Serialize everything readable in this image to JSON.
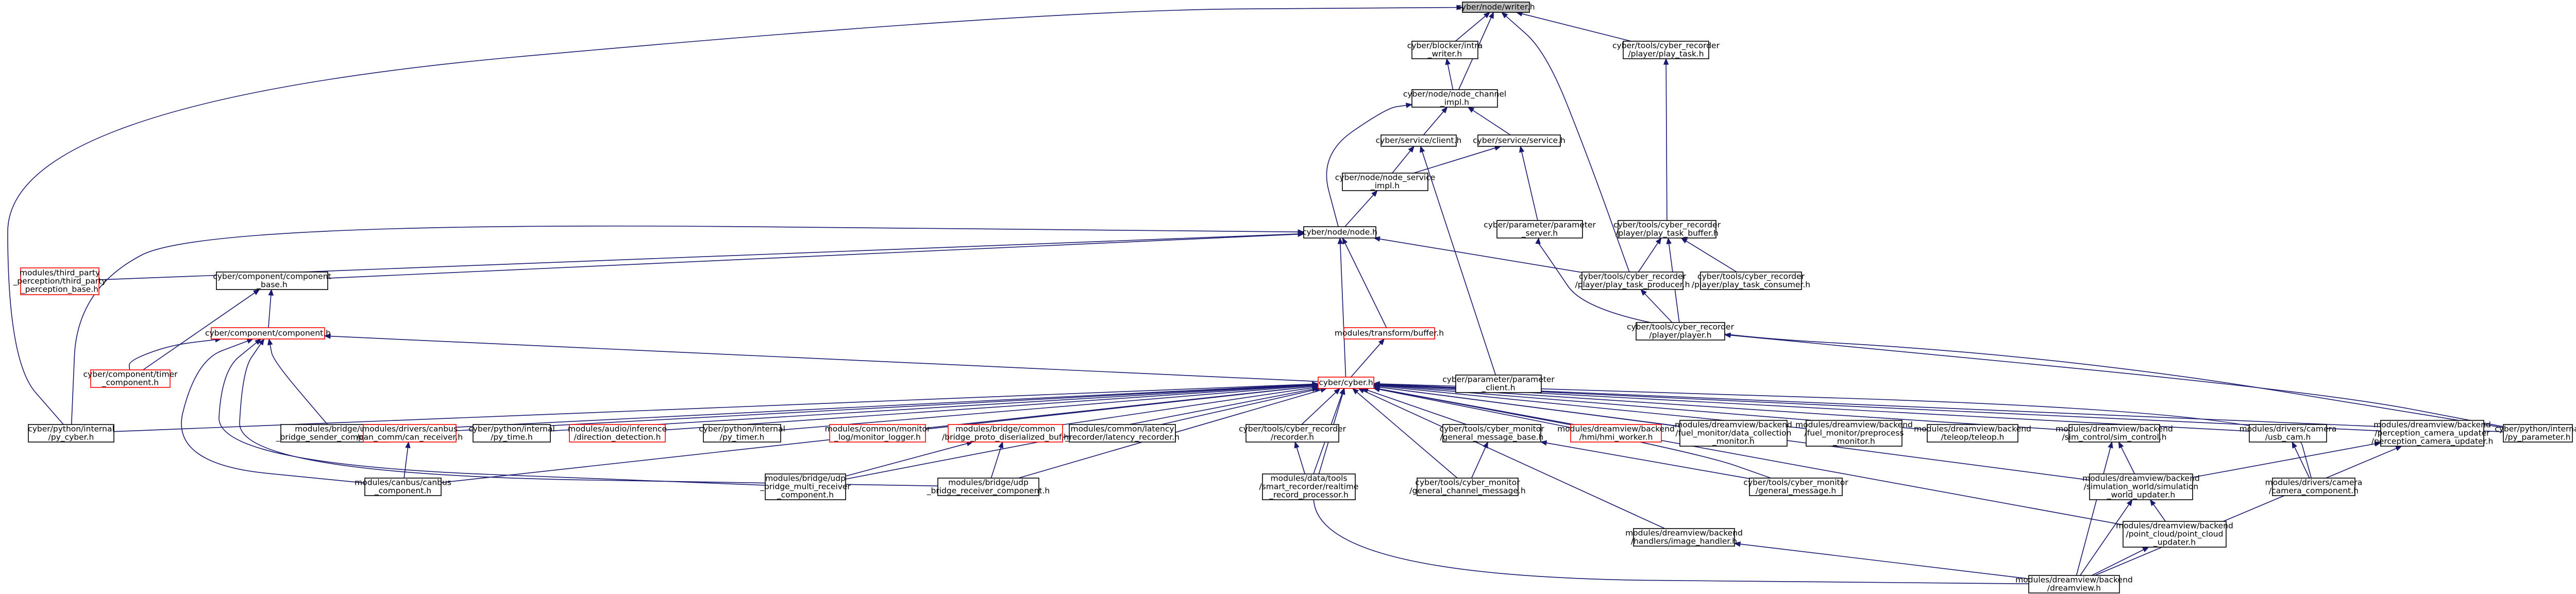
{
  "graph": {
    "type": "include-dependency-graph",
    "root": "cyber/node/writer.h",
    "nodes": [
      {
        "id": "writer",
        "lines": [
          "cyber/node/writer.h"
        ],
        "root": true
      },
      {
        "id": "intra_writer",
        "lines": [
          "cyber/blocker/intra",
          "_writer.h"
        ]
      },
      {
        "id": "play_task",
        "lines": [
          "cyber/tools/cyber_recorder",
          "/player/play_task.h"
        ]
      },
      {
        "id": "node_channel_impl",
        "lines": [
          "cyber/node/node_channel",
          "_impl.h"
        ]
      },
      {
        "id": "client",
        "lines": [
          "cyber/service/client.h"
        ]
      },
      {
        "id": "service",
        "lines": [
          "cyber/service/service.h"
        ]
      },
      {
        "id": "node_service_impl",
        "lines": [
          "cyber/node/node_service",
          "_impl.h"
        ]
      },
      {
        "id": "param_server",
        "lines": [
          "cyber/parameter/parameter",
          "_server.h"
        ]
      },
      {
        "id": "play_task_buffer",
        "lines": [
          "cyber/tools/cyber_recorder",
          "/player/play_task_buffer.h"
        ]
      },
      {
        "id": "node",
        "lines": [
          "cyber/node/node.h"
        ]
      },
      {
        "id": "third_party_perception",
        "lines": [
          "modules/third_party",
          "_perception/third_party",
          "_perception_base.h"
        ],
        "red": true
      },
      {
        "id": "component_base",
        "lines": [
          "cyber/component/component",
          "_base.h"
        ]
      },
      {
        "id": "play_task_producer",
        "lines": [
          "cyber/tools/cyber_recorder",
          "/player/play_task_producer.h"
        ]
      },
      {
        "id": "play_task_consumer",
        "lines": [
          "cyber/tools/cyber_recorder",
          "/player/play_task_consumer.h"
        ]
      },
      {
        "id": "component",
        "lines": [
          "cyber/component/component.h"
        ],
        "red": true
      },
      {
        "id": "buffer",
        "lines": [
          "modules/transform/buffer.h"
        ],
        "red": true
      },
      {
        "id": "player",
        "lines": [
          "cyber/tools/cyber_recorder",
          "/player/player.h"
        ]
      },
      {
        "id": "timer_component",
        "lines": [
          "cyber/component/timer",
          "_component.h"
        ],
        "red": true
      },
      {
        "id": "cyber",
        "lines": [
          "cyber/cyber.h"
        ],
        "red": true
      },
      {
        "id": "param_client",
        "lines": [
          "cyber/parameter/parameter",
          "_client.h"
        ]
      },
      {
        "id": "py_cyber",
        "lines": [
          "cyber/python/internal",
          "/py_cyber.h"
        ]
      },
      {
        "id": "udp_sender",
        "lines": [
          "modules/bridge/udp",
          "_bridge_sender_component.h"
        ]
      },
      {
        "id": "can_receiver",
        "lines": [
          "modules/drivers/canbus",
          "/can_comm/can_receiver.h"
        ],
        "red": true
      },
      {
        "id": "py_time",
        "lines": [
          "cyber/python/internal",
          "/py_time.h"
        ]
      },
      {
        "id": "direction_detection",
        "lines": [
          "modules/audio/inference",
          "/direction_detection.h"
        ],
        "red": true
      },
      {
        "id": "py_timer",
        "lines": [
          "cyber/python/internal",
          "/py_timer.h"
        ]
      },
      {
        "id": "monitor_logger",
        "lines": [
          "modules/common/monitor",
          "_log/monitor_logger.h"
        ],
        "red": true
      },
      {
        "id": "bridge_proto_buf",
        "lines": [
          "modules/bridge/common",
          "/bridge_proto_diserialized_buf.h"
        ],
        "red": true
      },
      {
        "id": "latency_recorder",
        "lines": [
          "modules/common/latency",
          "_recorder/latency_recorder.h"
        ]
      },
      {
        "id": "recorder",
        "lines": [
          "cyber/tools/cyber_recorder",
          "/recorder.h"
        ]
      },
      {
        "id": "general_message_base",
        "lines": [
          "cyber/tools/cyber_monitor",
          "/general_message_base.h"
        ]
      },
      {
        "id": "hmi_worker",
        "lines": [
          "modules/dreamview/backend",
          "/hmi/hmi_worker.h"
        ],
        "red": true
      },
      {
        "id": "data_collection_monitor",
        "lines": [
          "modules/dreamview/backend",
          "/fuel_monitor/data_collection",
          "_monitor.h"
        ]
      },
      {
        "id": "preprocess_monitor",
        "lines": [
          "modules/dreamview/backend",
          "/fuel_monitor/preprocess",
          "_monitor.h"
        ]
      },
      {
        "id": "teleop",
        "lines": [
          "modules/dreamview/backend",
          "/teleop/teleop.h"
        ]
      },
      {
        "id": "sim_control",
        "lines": [
          "modules/dreamview/backend",
          "/sim_control/sim_control.h"
        ]
      },
      {
        "id": "usb_cam",
        "lines": [
          "modules/drivers/camera",
          "/usb_cam.h"
        ]
      },
      {
        "id": "perception_camera_updater",
        "lines": [
          "modules/dreamview/backend",
          "/perception_camera_updater",
          "/perception_camera_updater.h"
        ]
      },
      {
        "id": "py_parameter",
        "lines": [
          "cyber/python/internal",
          "/py_parameter.h"
        ]
      },
      {
        "id": "canbus_component",
        "lines": [
          "modules/canbus/canbus",
          "_component.h"
        ]
      },
      {
        "id": "udp_multi_receiver",
        "lines": [
          "modules/bridge/udp",
          "_bridge_multi_receiver",
          "_component.h"
        ]
      },
      {
        "id": "udp_receiver",
        "lines": [
          "modules/bridge/udp",
          "_bridge_receiver_component.h"
        ]
      },
      {
        "id": "smart_recorder",
        "lines": [
          "modules/data/tools",
          "/smart_recorder/realtime",
          "_record_processor.h"
        ]
      },
      {
        "id": "general_channel_message",
        "lines": [
          "cyber/tools/cyber_monitor",
          "/general_channel_message.h"
        ]
      },
      {
        "id": "general_message",
        "lines": [
          "cyber/tools/cyber_monitor",
          "/general_message.h"
        ]
      },
      {
        "id": "simulation_world_updater",
        "lines": [
          "modules/dreamview/backend",
          "/simulation_world/simulation",
          "_world_updater.h"
        ]
      },
      {
        "id": "compressed_image",
        "lines": [
          "modules/drivers/camera",
          "/camera_component.h"
        ]
      },
      {
        "id": "point_cloud_updater",
        "lines": [
          "modules/dreamview/backend",
          "/point_cloud/point_cloud",
          "_updater.h"
        ]
      },
      {
        "id": "image_handler",
        "lines": [
          "modules/dreamview/backend",
          "/handlers/image_handler.h"
        ]
      },
      {
        "id": "dreamview",
        "lines": [
          "modules/dreamview/backend",
          "/dreamview.h"
        ]
      }
    ]
  }
}
